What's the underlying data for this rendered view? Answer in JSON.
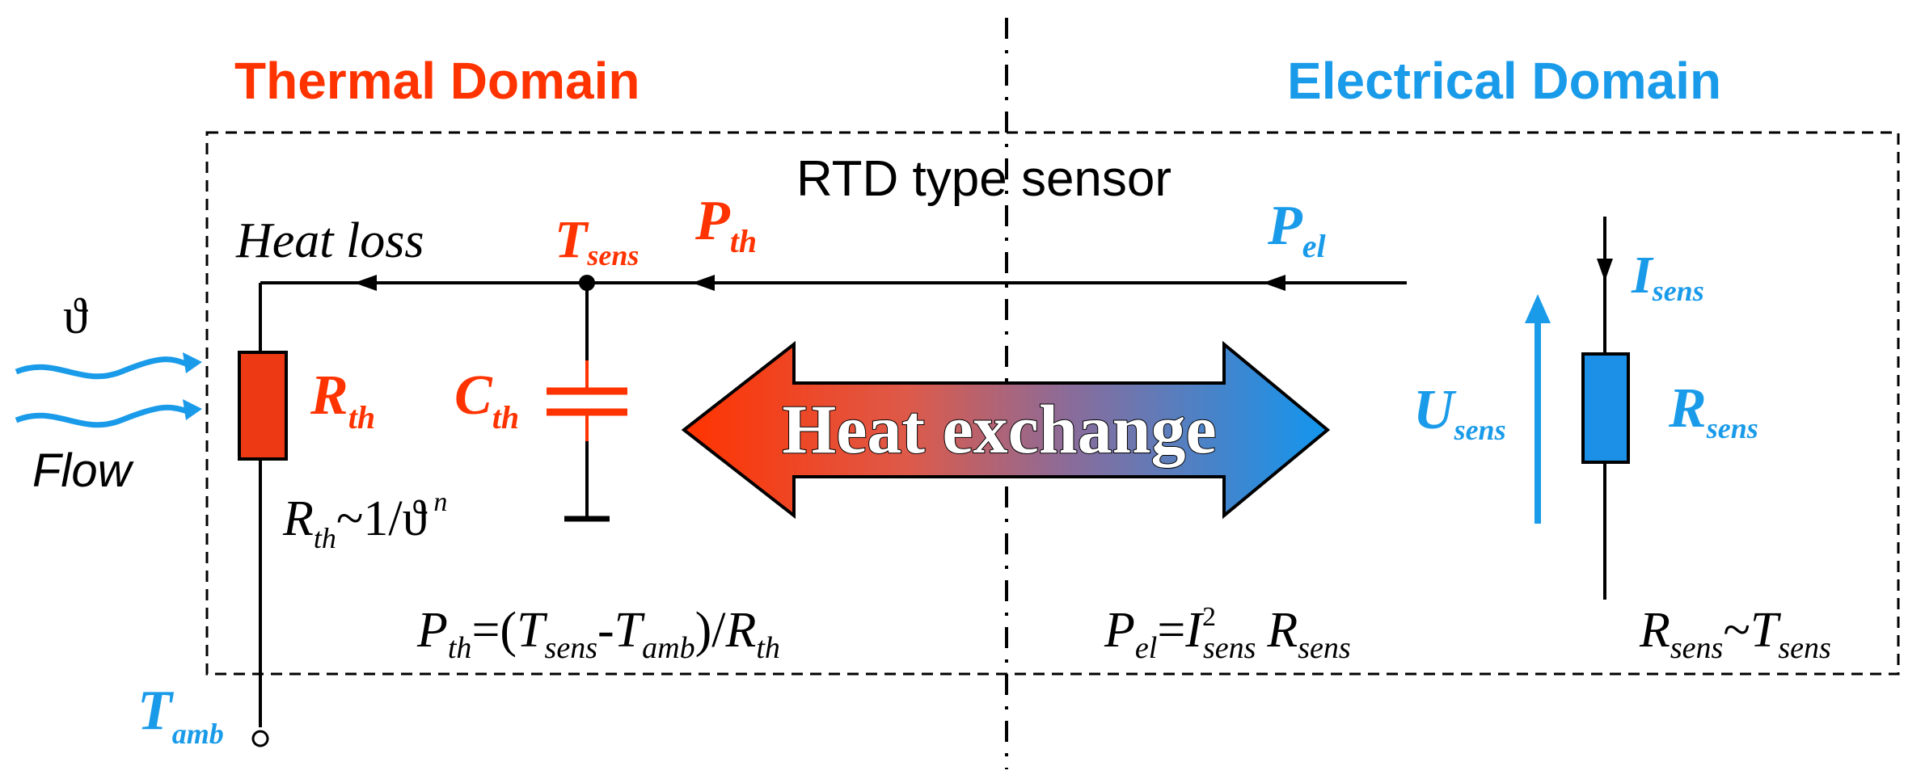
{
  "colors": {
    "thermal": "#ff3300",
    "electrical": "#1a9bea",
    "ink": "#000000",
    "resistor_red": "#ee3a14",
    "resistor_blue": "#1c8fe6"
  },
  "headings": {
    "thermal_domain": "Thermal Domain",
    "electrical_domain": "Electrical Domain",
    "sensor_box": "RTD type sensor"
  },
  "labels": {
    "heat_loss": "Heat loss",
    "flow": "Flow",
    "theta": "ϑ",
    "t_sens": {
      "base": "T",
      "sub": "sens"
    },
    "p_th": {
      "base": "P",
      "sub": "th"
    },
    "p_el": {
      "base": "P",
      "sub": "el"
    },
    "i_sens": {
      "base": "I",
      "sub": "sens"
    },
    "u_sens": {
      "base": "U",
      "sub": "sens"
    },
    "r_sens": {
      "base": "R",
      "sub": "sens"
    },
    "r_th": {
      "base": "R",
      "sub": "th"
    },
    "c_th": {
      "base": "C",
      "sub": "th"
    },
    "t_amb": {
      "base": "T",
      "sub": "amb"
    }
  },
  "arrow": {
    "text": "Heat exchange"
  },
  "equations": {
    "rth": {
      "r": "R",
      "th": "th",
      "rest": "~1/ϑ",
      "n": "n"
    },
    "pth": {
      "p": "P",
      "th": "th",
      "eq": "=(",
      "t1": "T",
      "sens": "sens",
      "minus": "-",
      "t2": "T",
      "amb": "amb",
      "div": ")/",
      "r": "R",
      "th2": "th"
    },
    "pel": {
      "p": "P",
      "el": "el",
      "eq": "=",
      "i": "I",
      "two": "2",
      "sens": "sens",
      "r": "R",
      "sens2": "sens"
    },
    "rsens": {
      "r": "R",
      "sens": "sens",
      "tilde": "~",
      "t": "T",
      "sens2": "sens"
    }
  }
}
